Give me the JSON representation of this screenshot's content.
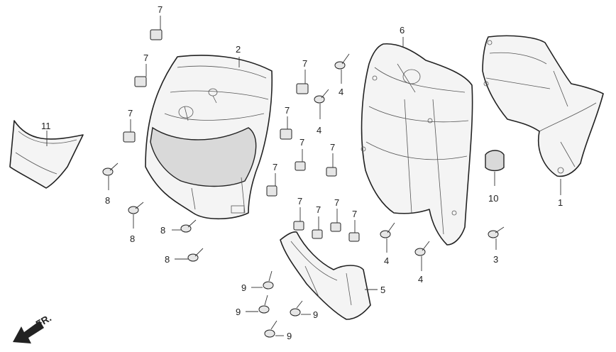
{
  "front_marker": {
    "label": "FR."
  },
  "callouts": {
    "c1": "1",
    "c2": "2",
    "c3": "3",
    "c4": "4",
    "c5": "5",
    "c6": "6",
    "c7": "7",
    "c8": "8",
    "c9": "9",
    "c10": "10",
    "c11": "11"
  }
}
